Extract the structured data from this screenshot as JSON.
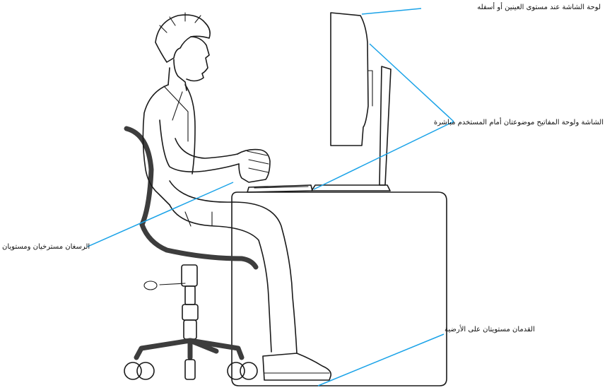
{
  "labels": {
    "monitor_eye_level": "لوحة الشاشة عند مستوى العينين أو أسفله",
    "monitor_keyboard_front": "الشاشة ولوحة المفاتيح موضوعتان أمام المستخدم مباشرة",
    "wrists_relaxed": "الرسغان مسترخيان ومستويان",
    "feet_flat": "القدمان مستويتان على الأرضية"
  },
  "colors": {
    "callout": "#1ba3e8",
    "outline": "#1a1a1a",
    "chair": "#3d3d3d"
  }
}
